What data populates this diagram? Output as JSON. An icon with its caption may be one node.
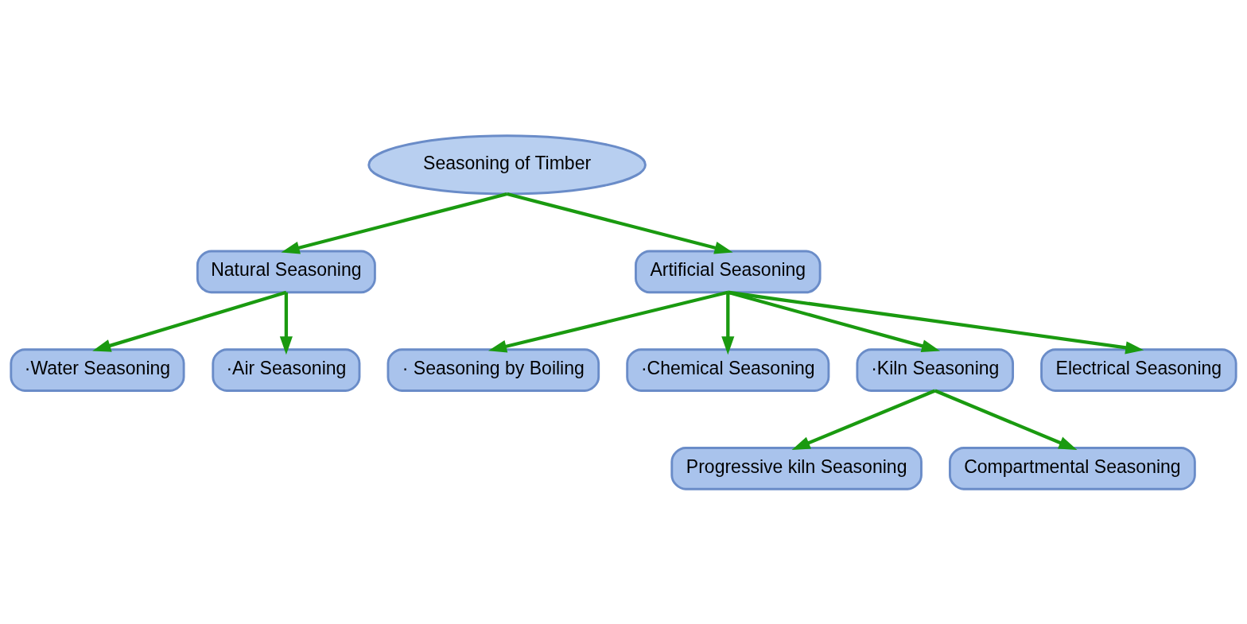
{
  "diagram": {
    "nodes": [
      {
        "text": [
          "Seasoning of Timber"
        ]
      },
      {
        "text": [
          "Natural Seasoning"
        ]
      },
      {
        "text": [
          "Artificial Seasoning"
        ]
      },
      {
        "text": [
          "·Water Seasoning"
        ]
      },
      {
        "text": [
          "·Air Seasoning"
        ]
      },
      {
        "text": [
          "· Seasoning by Boiling"
        ]
      },
      {
        "text": [
          "·Chemical Seasoning"
        ]
      },
      {
        "text": [
          "·Kiln Seasoning"
        ]
      },
      {
        "text": [
          "Electrical Seasoning"
        ]
      },
      {
        "text": [
          "Progressive kiln Seasoning"
        ]
      },
      {
        "text": [
          "Compartmental Seasoning"
        ]
      }
    ],
    "edges": [
      {
        "from": 0,
        "to": 1,
        "arrow": "to"
      },
      {
        "from": 0,
        "to": 2,
        "arrow": "to"
      },
      {
        "from": 1,
        "to": 3,
        "arrow": "to"
      },
      {
        "from": 1,
        "to": 4,
        "arrow": "to"
      },
      {
        "from": 2,
        "to": 5,
        "arrow": "to"
      },
      {
        "from": 2,
        "to": 6,
        "arrow": "to"
      },
      {
        "from": 2,
        "to": 7,
        "arrow": "to"
      },
      {
        "from": 2,
        "to": 8,
        "arrow": "to"
      },
      {
        "from": 7,
        "to": 9,
        "arrow": "to"
      },
      {
        "from": 7,
        "to": 10,
        "arrow": "to"
      }
    ]
  }
}
